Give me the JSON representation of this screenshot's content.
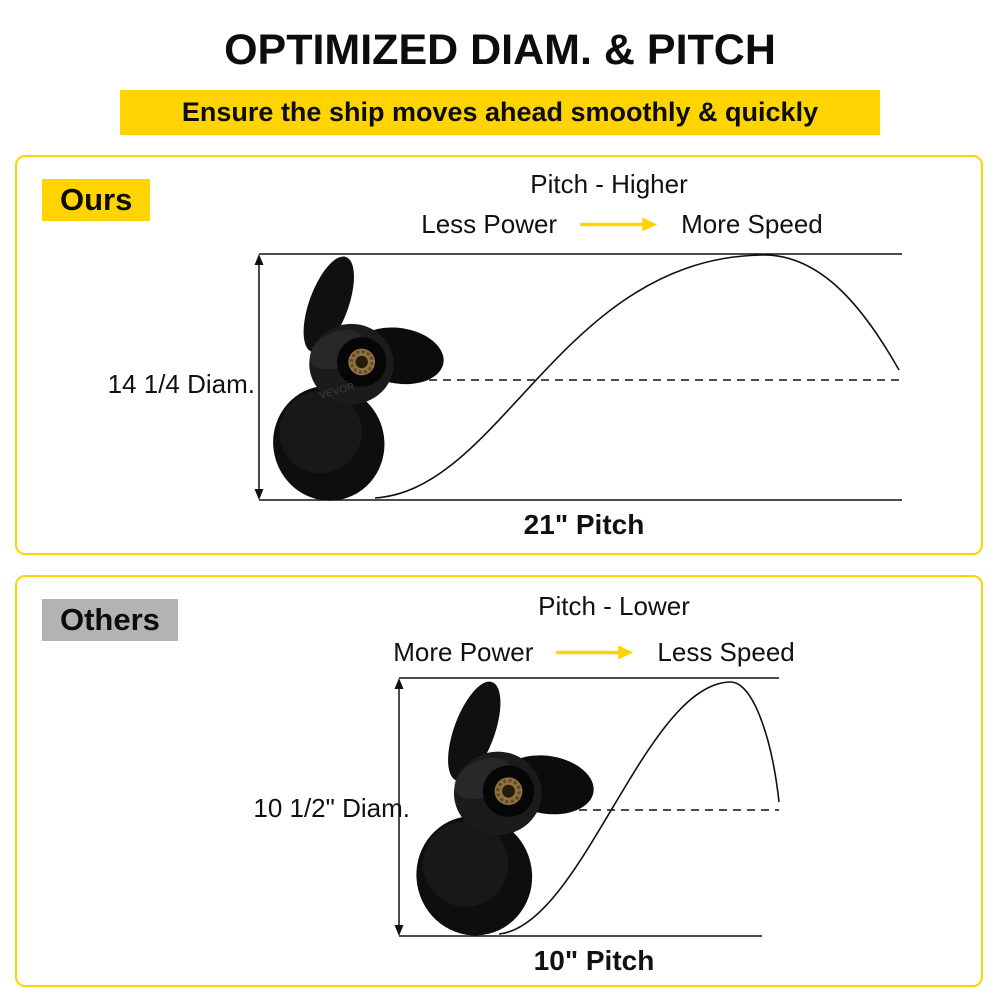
{
  "header": {
    "title": "OPTIMIZED DIAM. & PITCH",
    "subtitle": "Ensure the ship moves ahead smoothly & quickly"
  },
  "colors": {
    "accent_yellow": "#FFD400",
    "gray_label": "#B3B3B3",
    "line_black": "#111111"
  },
  "panels": [
    {
      "label": "Ours",
      "pitch_heading": "Pitch - Higher",
      "tradeoff_left": "Less Power",
      "tradeoff_right": "More Speed",
      "diameter_label": "14 1/4 Diam.",
      "pitch_label": "21\" Pitch",
      "brand": "VEVOR"
    },
    {
      "label": "Others",
      "pitch_heading": "Pitch - Lower",
      "tradeoff_left": "More Power",
      "tradeoff_right": "Less Speed",
      "diameter_label": "10 1/2\" Diam.",
      "pitch_label": "10\" Pitch"
    }
  ]
}
